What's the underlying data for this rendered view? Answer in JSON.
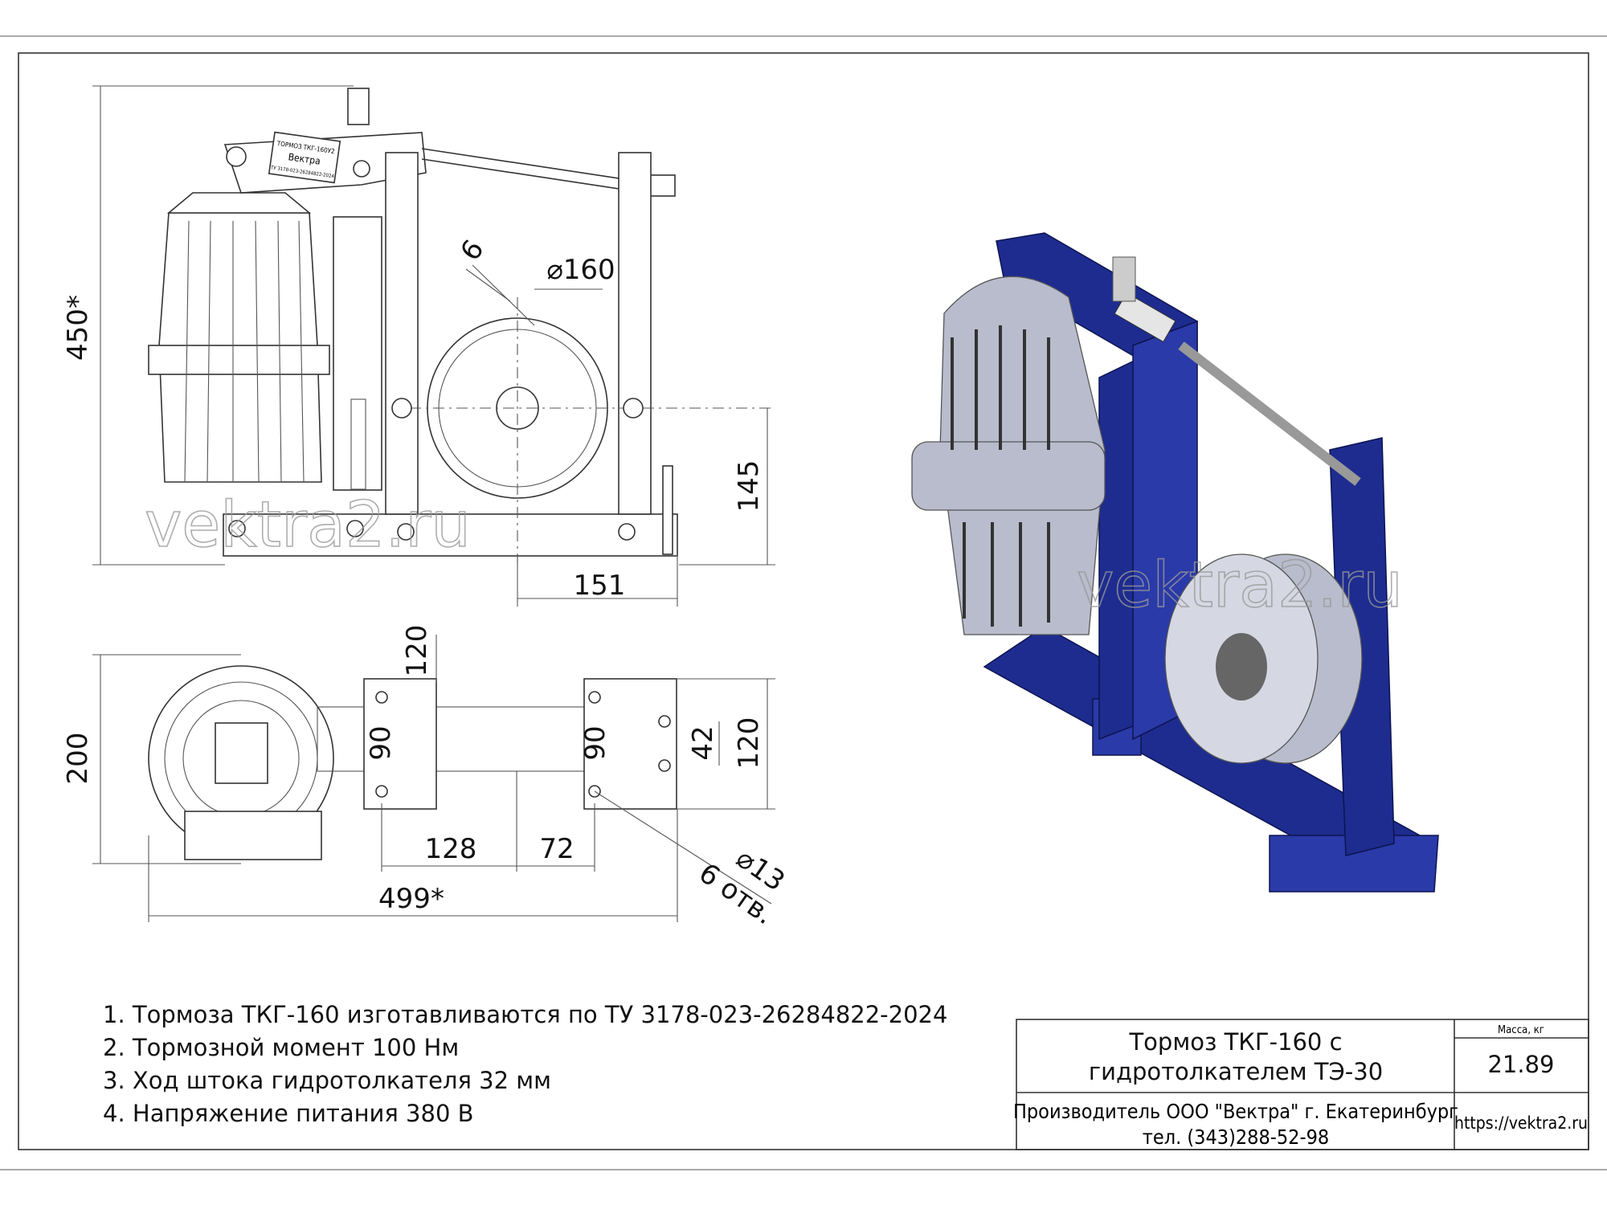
{
  "nameplate": {
    "line1": "ТОРМОЗ ТКГ-160У2",
    "line2": "Вектра",
    "line3": "ТУ 3178-023-26284822-2024"
  },
  "watermark": "vektra2.ru",
  "dimensions": {
    "height_total": "450*",
    "shift": "6",
    "disc_diameter": "⌀160",
    "axis_height": "145",
    "axis_offset": "151",
    "width_total": "200",
    "plate_width_left": "120",
    "plate_gap_left": "90",
    "plate_gap_right": "90",
    "hole_spacing": "42",
    "plate_width_right": "120",
    "span_1": "128",
    "span_2": "72",
    "length_total": "499*",
    "hole_diameter": "⌀13",
    "hole_count": "6 отв."
  },
  "notes": [
    "1.   Тормоза ТКГ-160 изготавливаются по ТУ 3178-023-26284822-2024",
    "2.   Тормозной момент 100 Нм",
    "3.   Ход штока гидротолкателя  32 мм",
    "4.   Напряжение питания 380 В"
  ],
  "title_block": {
    "title_line1": "Тормоз ТКГ-160 с",
    "title_line2": "гидротолкателем ТЭ-30",
    "mass_label": "Масса, кг",
    "mass_value": "21.89",
    "manufacturer": "Производитель ООО \"Вектра\" г. Екатеринбург",
    "phone": "тел. (343)288-52-98",
    "website": "https://vektra2.ru"
  },
  "colors": {
    "frame_blue": "#1e2c8f",
    "motor_grey": "#b8bccc"
  }
}
